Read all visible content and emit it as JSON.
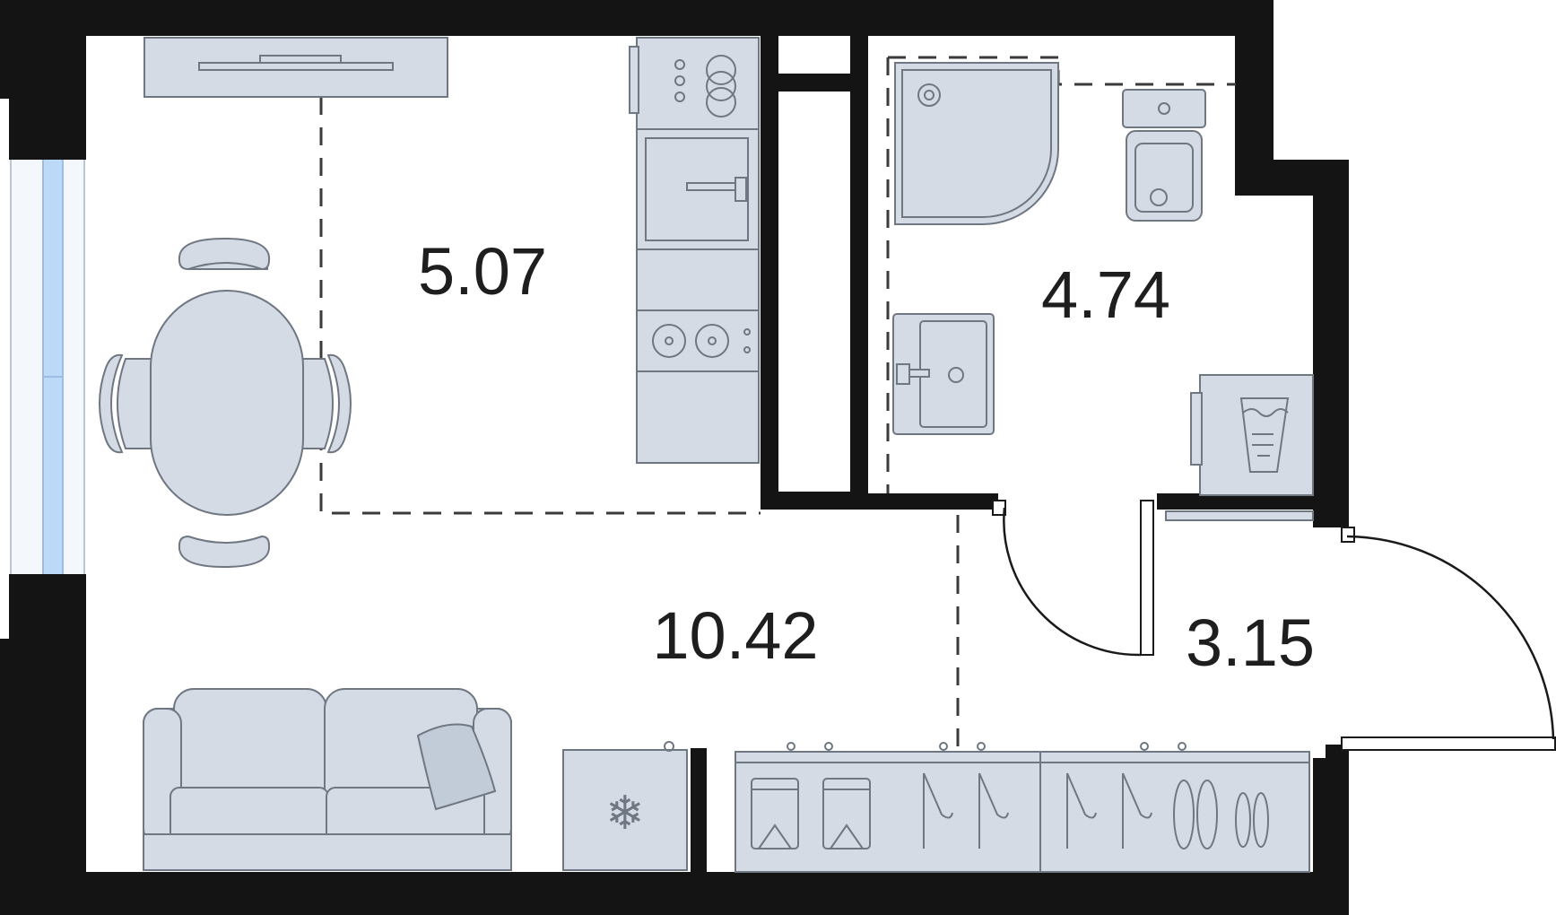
{
  "rooms": [
    {
      "id": "kitchen",
      "area": "5.07"
    },
    {
      "id": "bathroom",
      "area": "4.74"
    },
    {
      "id": "living",
      "area": "10.42"
    },
    {
      "id": "hallway",
      "area": "3.15"
    }
  ],
  "icons": {
    "freezer": "❄"
  },
  "colors": {
    "wall": "#141414",
    "furniture": "#d5dbe4",
    "furniture_outline": "#6f7783",
    "window": "#bcd9f7"
  }
}
